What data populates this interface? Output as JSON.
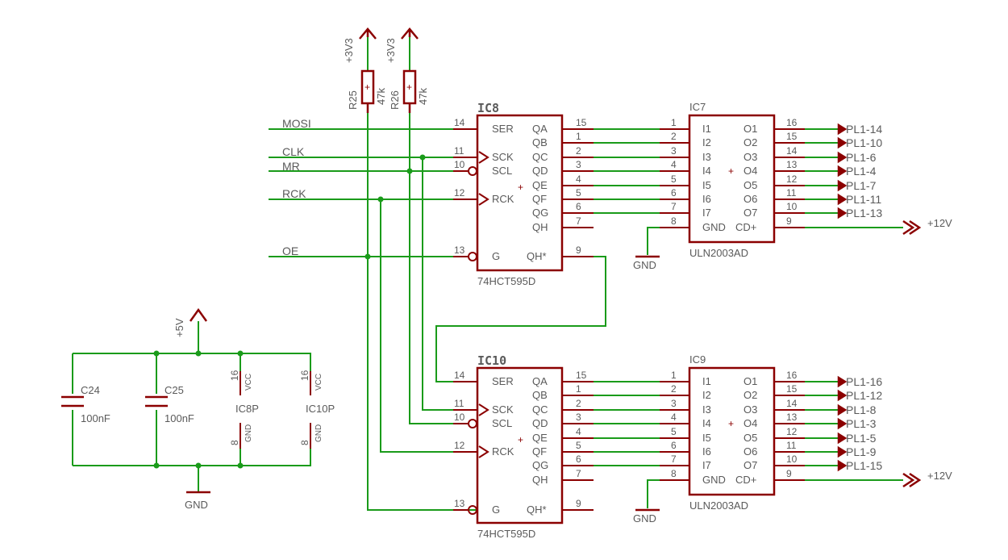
{
  "colors": {
    "wire": "#1a9b1a",
    "part": "#8b0000",
    "text": "#5a5a5a"
  },
  "nets": {
    "mosi": "MOSI",
    "clk": "CLK",
    "mr": "MR",
    "rck": "RCK",
    "oe": "OE"
  },
  "supplies": {
    "v33a": "+3V3",
    "v33b": "+3V3",
    "v5": "+5V",
    "gnd_caps": "GND",
    "gnd_ic7": "GND",
    "gnd_ic9": "GND",
    "v12a": "+12V",
    "v12b": "+12V"
  },
  "resistors": [
    {
      "ref": "R25",
      "value": "47k"
    },
    {
      "ref": "R26",
      "value": "47k"
    }
  ],
  "capacitors": [
    {
      "ref": "C24",
      "value": "100nF"
    },
    {
      "ref": "C25",
      "value": "100nF"
    }
  ],
  "power_pins": [
    {
      "ref": "IC8P",
      "vcc_pin": "16",
      "vcc": "VCC",
      "gnd_pin": "8",
      "gnd": "GND"
    },
    {
      "ref": "IC10P",
      "vcc_pin": "16",
      "vcc": "VCC",
      "gnd_pin": "8",
      "gnd": "GND"
    }
  ],
  "shift_registers": [
    {
      "ref": "IC8",
      "value": "74HCT595D",
      "left_pins": [
        {
          "num": "14",
          "name": "SER"
        },
        {
          "num": "11",
          "name": "SCK"
        },
        {
          "num": "10",
          "name": "SCL"
        },
        {
          "num": "12",
          "name": "RCK"
        },
        {
          "num": "13",
          "name": "G"
        }
      ],
      "right_pins": [
        {
          "num": "15",
          "name": "QA"
        },
        {
          "num": "1",
          "name": "QB"
        },
        {
          "num": "2",
          "name": "QC"
        },
        {
          "num": "3",
          "name": "QD"
        },
        {
          "num": "4",
          "name": "QE"
        },
        {
          "num": "5",
          "name": "QF"
        },
        {
          "num": "6",
          "name": "QG"
        },
        {
          "num": "7",
          "name": "QH"
        },
        {
          "num": "9",
          "name": "QH*"
        }
      ]
    },
    {
      "ref": "IC10",
      "value": "74HCT595D",
      "left_pins": [
        {
          "num": "14",
          "name": "SER"
        },
        {
          "num": "11",
          "name": "SCK"
        },
        {
          "num": "10",
          "name": "SCL"
        },
        {
          "num": "12",
          "name": "RCK"
        },
        {
          "num": "13",
          "name": "G"
        }
      ],
      "right_pins": [
        {
          "num": "15",
          "name": "QA"
        },
        {
          "num": "1",
          "name": "QB"
        },
        {
          "num": "2",
          "name": "QC"
        },
        {
          "num": "3",
          "name": "QD"
        },
        {
          "num": "4",
          "name": "QE"
        },
        {
          "num": "5",
          "name": "QF"
        },
        {
          "num": "6",
          "name": "QG"
        },
        {
          "num": "7",
          "name": "QH"
        },
        {
          "num": "9",
          "name": "QH*"
        }
      ]
    }
  ],
  "drivers": [
    {
      "ref": "IC7",
      "value": "ULN2003AD",
      "inputs": [
        {
          "num": "1",
          "name": "I1"
        },
        {
          "num": "2",
          "name": "I2"
        },
        {
          "num": "3",
          "name": "I3"
        },
        {
          "num": "4",
          "name": "I4"
        },
        {
          "num": "5",
          "name": "I5"
        },
        {
          "num": "6",
          "name": "I6"
        },
        {
          "num": "7",
          "name": "I7"
        },
        {
          "num": "8",
          "name": "GND"
        }
      ],
      "outputs": [
        {
          "num": "16",
          "name": "O1",
          "net": "PL1-14"
        },
        {
          "num": "15",
          "name": "O2",
          "net": "PL1-10"
        },
        {
          "num": "14",
          "name": "O3",
          "net": "PL1-6"
        },
        {
          "num": "13",
          "name": "O4",
          "net": "PL1-4"
        },
        {
          "num": "12",
          "name": "O5",
          "net": "PL1-7"
        },
        {
          "num": "11",
          "name": "O6",
          "net": "PL1-11"
        },
        {
          "num": "10",
          "name": "O7",
          "net": "PL1-13"
        },
        {
          "num": "9",
          "name": "CD+",
          "net": ""
        }
      ]
    },
    {
      "ref": "IC9",
      "value": "ULN2003AD",
      "inputs": [
        {
          "num": "1",
          "name": "I1"
        },
        {
          "num": "2",
          "name": "I2"
        },
        {
          "num": "3",
          "name": "I3"
        },
        {
          "num": "4",
          "name": "I4"
        },
        {
          "num": "5",
          "name": "I5"
        },
        {
          "num": "6",
          "name": "I6"
        },
        {
          "num": "7",
          "name": "I7"
        },
        {
          "num": "8",
          "name": "GND"
        }
      ],
      "outputs": [
        {
          "num": "16",
          "name": "O1",
          "net": "PL1-16"
        },
        {
          "num": "15",
          "name": "O2",
          "net": "PL1-12"
        },
        {
          "num": "14",
          "name": "O3",
          "net": "PL1-8"
        },
        {
          "num": "13",
          "name": "O4",
          "net": "PL1-3"
        },
        {
          "num": "12",
          "name": "O5",
          "net": "PL1-5"
        },
        {
          "num": "11",
          "name": "O6",
          "net": "PL1-9"
        },
        {
          "num": "10",
          "name": "O7",
          "net": "PL1-15"
        },
        {
          "num": "9",
          "name": "CD+",
          "net": ""
        }
      ]
    }
  ]
}
